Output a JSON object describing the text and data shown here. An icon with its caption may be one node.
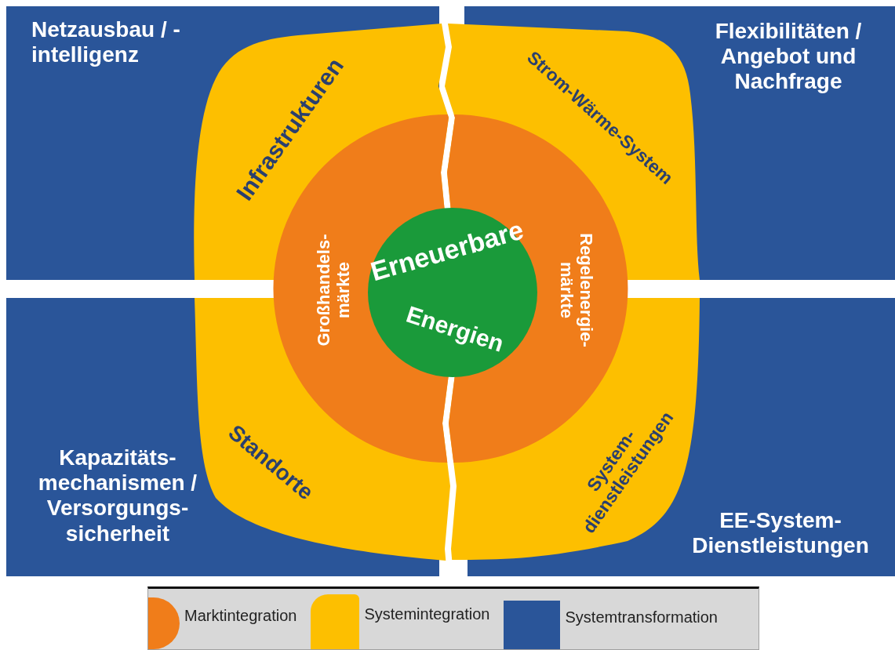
{
  "diagram": {
    "nodes": [
      {
        "text": [
          "Netzausbau / -intelligenz"
        ]
      },
      {
        "text": [
          "Flexibilitäten / Angebot und Nachfrage"
        ]
      },
      {
        "text": [
          "Infrastrukturen"
        ],
        "in": 0
      },
      {
        "text": [
          "Strom-Wärme-System"
        ],
        "in": 1
      },
      {
        "text": [
          "Großhandels- märkte"
        ]
      },
      {
        "text": [
          "Erneuerbare",
          "Energien"
        ]
      },
      {
        "text": [
          "Regelenergie- märkte"
        ]
      },
      {
        "text": [
          "Standorte"
        ],
        "in": 9
      },
      {
        "text": [
          "System- dienstleistungen"
        ],
        "in": 10
      },
      {
        "text": [
          "Kapazitäts- mechanismen / Versorgungs- sicherheit"
        ]
      },
      {
        "text": [
          "EE-System- Dienstleistungen"
        ]
      }
    ],
    "legend": [
      {
        "text": "Marktintegration",
        "color": "#f07d1a"
      },
      {
        "text": "Systemintegration",
        "color": "#fdbf00"
      },
      {
        "text": "Systemtransformation",
        "color": "#2a5599"
      }
    ]
  }
}
